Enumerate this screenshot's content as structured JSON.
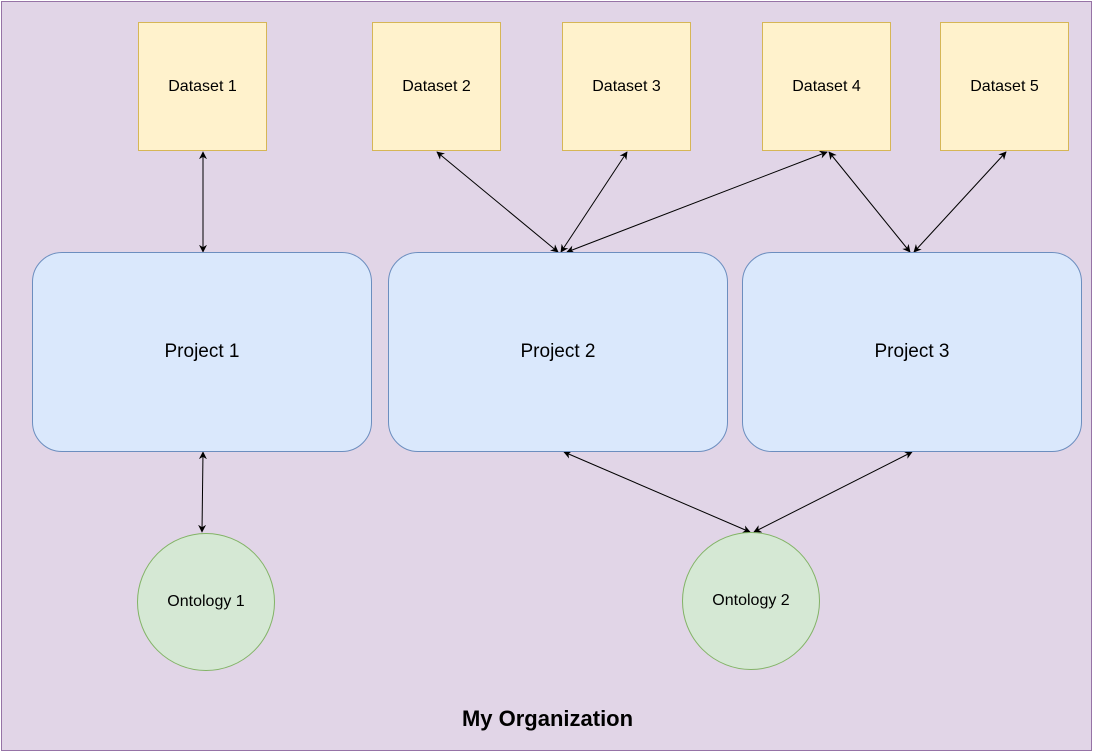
{
  "organization": {
    "title": "My Organization",
    "fill_color": "#e1d5e7",
    "stroke_color": "#9673a6"
  },
  "datasets": [
    {
      "label": "Dataset 1"
    },
    {
      "label": "Dataset 2"
    },
    {
      "label": "Dataset 3"
    },
    {
      "label": "Dataset 4"
    },
    {
      "label": "Dataset 5"
    }
  ],
  "projects": [
    {
      "label": "Project 1"
    },
    {
      "label": "Project 2"
    },
    {
      "label": "Project 3"
    }
  ],
  "ontologies": [
    {
      "label": "Ontology 1"
    },
    {
      "label": "Ontology 2"
    }
  ],
  "style_colors": {
    "dataset_fill": "#fff2cc",
    "dataset_stroke": "#d6b656",
    "project_fill": "#dae8fc",
    "project_stroke": "#6c8ebf",
    "ontology_fill": "#d5e8d4",
    "ontology_stroke": "#82b366",
    "connector": "#000000"
  },
  "connections": [
    {
      "from": "Dataset 1",
      "to": "Project 1",
      "bidirectional": true
    },
    {
      "from": "Dataset 2",
      "to": "Project 2",
      "bidirectional": true
    },
    {
      "from": "Dataset 3",
      "to": "Project 2",
      "bidirectional": true
    },
    {
      "from": "Dataset 4",
      "to": "Project 2",
      "bidirectional": true
    },
    {
      "from": "Dataset 4",
      "to": "Project 3",
      "bidirectional": true
    },
    {
      "from": "Dataset 5",
      "to": "Project 3",
      "bidirectional": true
    },
    {
      "from": "Project 1",
      "to": "Ontology 1",
      "bidirectional": true
    },
    {
      "from": "Project 2",
      "to": "Ontology 2",
      "bidirectional": true
    },
    {
      "from": "Project 3",
      "to": "Ontology 2",
      "bidirectional": true
    }
  ]
}
